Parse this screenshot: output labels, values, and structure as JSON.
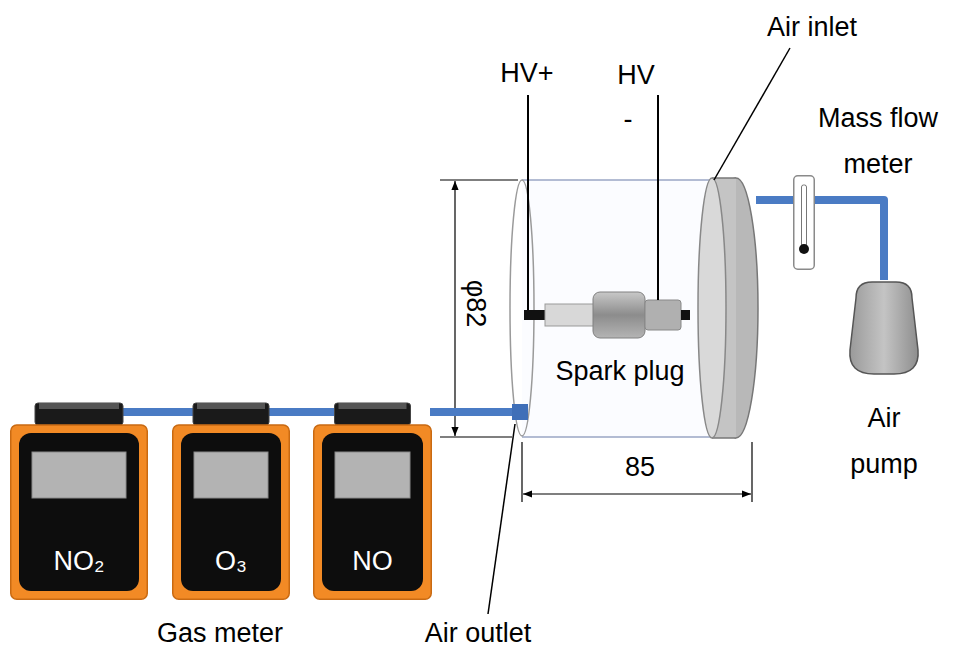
{
  "diagram": {
    "nodes": [
      {
        "text": [
          "NO₂"
        ]
      },
      {
        "text": [
          "O₃"
        ]
      },
      {
        "text": [
          "NO"
        ]
      },
      {
        "text": [
          "Mass flow meter"
        ]
      },
      {
        "text": [
          "Air pump"
        ]
      }
    ],
    "edges": [
      {
        "from": 0,
        "to": 1,
        "arrow": "none"
      },
      {
        "from": 1,
        "to": 2,
        "arrow": "none"
      },
      {
        "from": 3,
        "to": 4,
        "arrow": "none"
      }
    ],
    "labels": [
      "HV+",
      "HV",
      "-",
      "Air inlet",
      "φ82",
      "Spark plug",
      "85",
      "Gas meter",
      "Air outlet"
    ]
  }
}
